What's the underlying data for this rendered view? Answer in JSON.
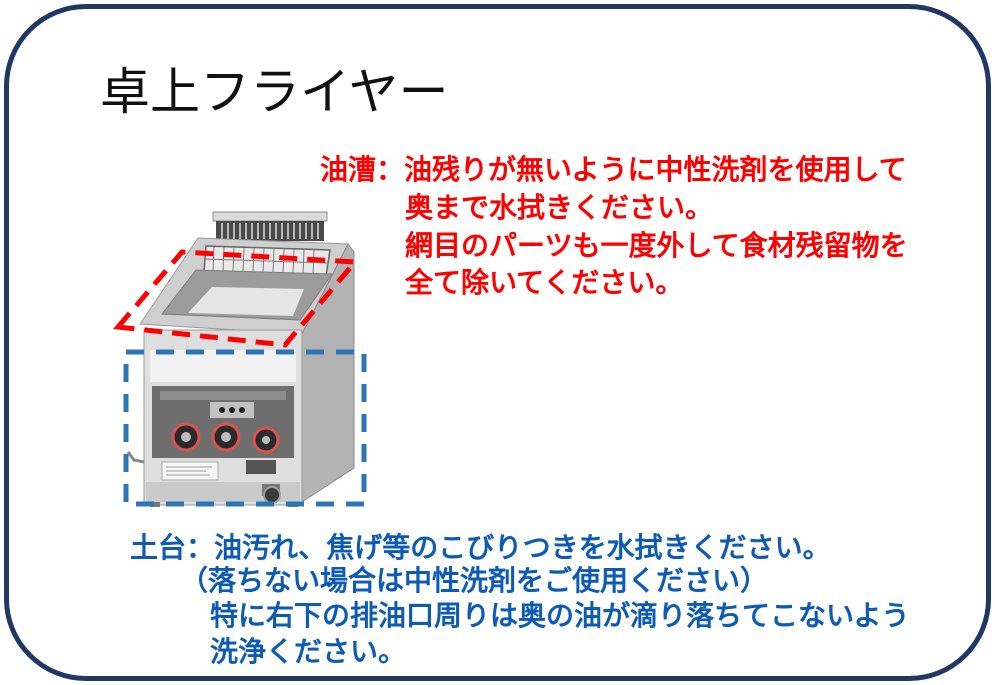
{
  "title": "卓上フライヤー",
  "colors": {
    "border": "#203864",
    "oil_tank_text": "#ff0000",
    "base_text": "#0d5bb5",
    "oil_tank_outline": "#ff0000",
    "base_outline": "#2e75b6"
  },
  "illustration": {
    "icon": "fryer-image"
  },
  "oil_tank": {
    "label": "油漕：",
    "lines": [
      "油残りが無いように中性洗剤を使用して",
      "奥まで水拭きください。",
      "網目のパーツも一度外して食材残留物を",
      "全て除いてください。"
    ]
  },
  "base": {
    "label": "土台：",
    "lines": [
      "油汚れ、焦げ等のこびりつきを水拭きください。",
      "（落ちない場合は中性洗剤をご使用ください）",
      "特に右下の排油口周りは奥の油が滴り落ちてこないよう",
      "洗浄ください。"
    ]
  }
}
